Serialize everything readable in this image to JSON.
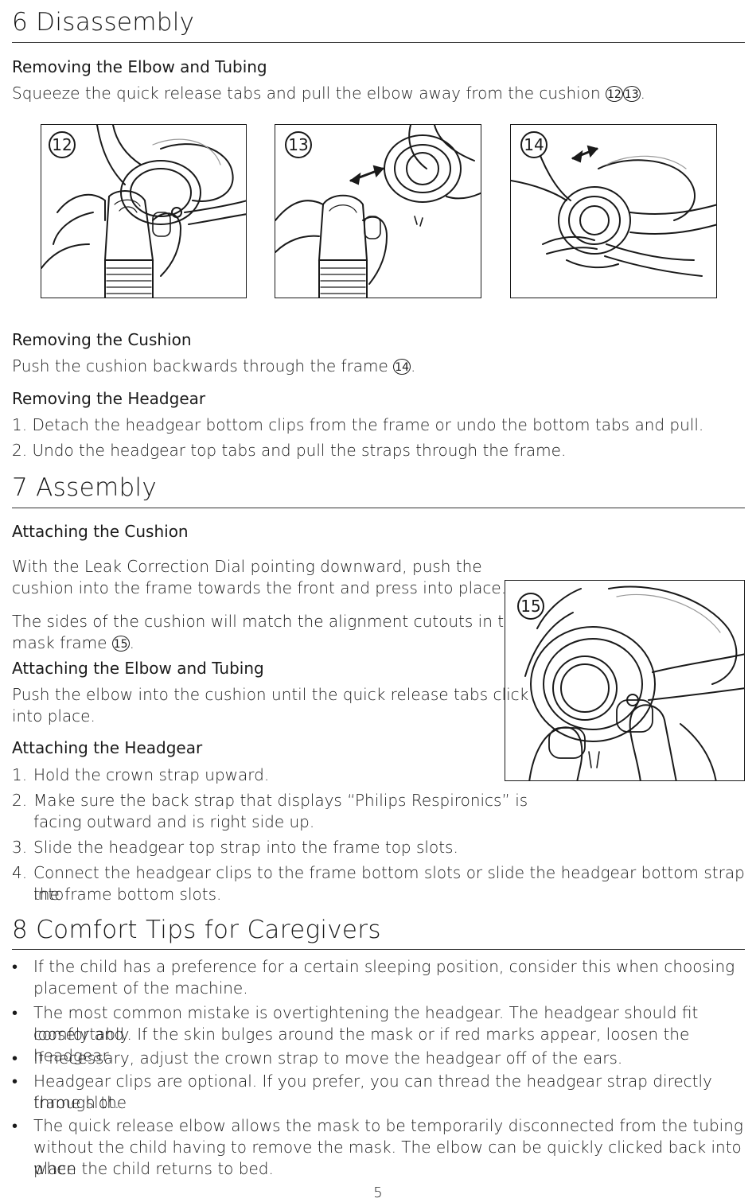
{
  "sec6": {
    "title": "6 Disassembly",
    "elbow_heading": "Removing the Elbow and Tubing",
    "elbow_text": "Squeeze the quick release tabs and pull the elbow away from the cushion",
    "elbow_refs": [
      "12",
      "13"
    ],
    "figures": [
      "12",
      "13",
      "14"
    ],
    "cushion_heading": "Removing the Cushion",
    "cushion_text": "Push the cushion backwards through the frame",
    "cushion_ref": "14",
    "headgear_heading": "Removing the Headgear",
    "headgear_steps": [
      "1. Detach the headgear bottom clips from the frame or undo the bottom tabs and pull.",
      "2. Undo the headgear top tabs and pull the straps through the frame."
    ]
  },
  "sec7": {
    "title": "7 Assembly",
    "cushion_heading": "Attaching the Cushion",
    "cushion_p1_line1": "With the Leak Correction Dial pointing downward, push the",
    "cushion_p1_line2": "cushion into the frame towards the front and press into place.",
    "cushion_p2_line1": "The sides of the cushion will match the alignment cutouts in the",
    "cushion_p2_line2": "mask frame",
    "cushion_ref": "15",
    "figure": "15",
    "elbow_heading": "Attaching the Elbow and Tubing",
    "elbow_line1": "Push the elbow into the cushion until the quick release tabs click",
    "elbow_line2": "into place.",
    "headgear_heading": "Attaching the Headgear",
    "steps": [
      {
        "num": "1.",
        "lines": [
          "Hold the crown strap upward."
        ]
      },
      {
        "num": "2.",
        "lines": [
          "Make sure the back strap that displays “Philips Respironics” is",
          "facing outward and is right side up."
        ]
      },
      {
        "num": "3.",
        "lines": [
          "Slide the headgear top strap into the frame top slots."
        ]
      },
      {
        "num": "4.",
        "lines": [
          "Connect the headgear clips to the frame bottom slots or slide the headgear bottom strap into",
          "the frame bottom slots."
        ]
      }
    ]
  },
  "sec8": {
    "title": "8 Comfort Tips for Caregivers",
    "bullet": "•",
    "tips": [
      [
        "If the child has a preference for a certain sleeping position, consider this when choosing",
        "placement of the machine."
      ],
      [
        "The most common mistake is overtightening the headgear. The headgear should fit loosely and",
        "comfortably. If the skin bulges around the mask or if red marks appear, loosen the headgear."
      ],
      [
        "If necessary, adjust the crown strap to move the headgear off of the ears."
      ],
      [
        "Headgear clips are optional. If you prefer, you can thread the headgear strap directly through the",
        "frame slot."
      ],
      [
        "The quick release elbow allows the mask to be temporarily disconnected from the tubing",
        "without the child having to remove the mask. The elbow can be quickly clicked back into place",
        "when the child returns to bed."
      ]
    ]
  },
  "page_number": "5"
}
